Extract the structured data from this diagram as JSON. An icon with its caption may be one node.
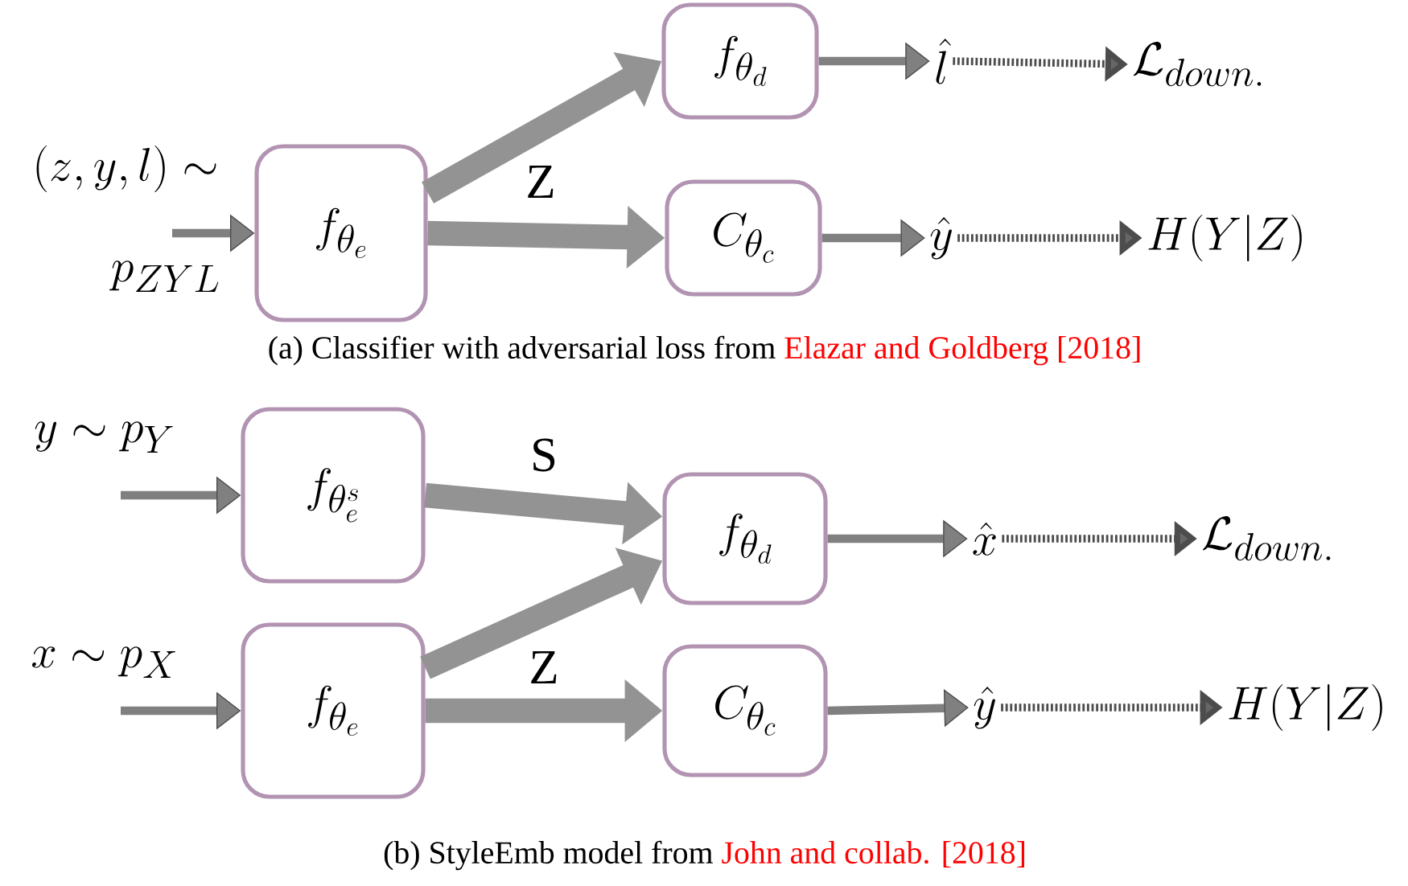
{
  "diagram": {
    "nodes": [
      {
        "text": [
          "f_{\\theta_e}"
        ]
      },
      {
        "text": [
          "f_{\\theta_d}"
        ]
      },
      {
        "text": [
          "C_{\\theta_c}"
        ]
      },
      {
        "text": [
          "\\hat{l}"
        ]
      },
      {
        "text": [
          "\\mathcal{L}_{down.}"
        ]
      },
      {
        "text": [
          "\\hat{y}"
        ]
      },
      {
        "text": [
          "H(Y|Z)"
        ]
      },
      {
        "text": [
          "f_{\\theta_e^s}"
        ]
      },
      {
        "text": [
          "f_{\\theta_e}"
        ]
      },
      {
        "text": [
          "f_{\\theta_d}"
        ]
      },
      {
        "text": [
          "C_{\\theta_c}"
        ]
      },
      {
        "text": [
          "\\hat{x}"
        ]
      },
      {
        "text": [
          "\\mathcal{L}_{down.}"
        ]
      },
      {
        "text": [
          "\\hat{y}"
        ]
      },
      {
        "text": [
          "H(Y|Z)"
        ]
      }
    ],
    "edges": [
      {
        "from": null,
        "to": 0,
        "arrow": "to"
      },
      {
        "from": 0,
        "to": 1,
        "arrow": "to",
        "style": "thick"
      },
      {
        "from": 0,
        "to": 2,
        "arrow": "to",
        "style": "thick",
        "label": "Z"
      },
      {
        "from": 1,
        "to": 3,
        "arrow": "to"
      },
      {
        "from": 3,
        "to": 4,
        "arrow": "to",
        "style": "dashed"
      },
      {
        "from": 2,
        "to": 5,
        "arrow": "to"
      },
      {
        "from": 5,
        "to": 6,
        "arrow": "to",
        "style": "dashed"
      },
      {
        "from": null,
        "to": 7,
        "arrow": "to"
      },
      {
        "from": null,
        "to": 8,
        "arrow": "to"
      },
      {
        "from": 7,
        "to": 9,
        "arrow": "to",
        "style": "thick",
        "label": "S"
      },
      {
        "from": 8,
        "to": 9,
        "arrow": "to",
        "style": "thick"
      },
      {
        "from": 8,
        "to": 10,
        "arrow": "to",
        "style": "thick",
        "label": "Z"
      },
      {
        "from": 9,
        "to": 11,
        "arrow": "to"
      },
      {
        "from": 11,
        "to": 12,
        "arrow": "to",
        "style": "dashed"
      },
      {
        "from": 10,
        "to": 13,
        "arrow": "to"
      },
      {
        "from": 13,
        "to": 14,
        "arrow": "to",
        "style": "dashed"
      }
    ],
    "labels": [
      "(z,y,l) \\sim",
      "p_{ZYL}",
      "(a) Classifier with adversarial loss from",
      "Elazar and Goldberg [2018]",
      "y \\sim p_Y",
      "x \\sim p_X",
      "(b) StyleEmb model from",
      "John and collab. [2018]"
    ]
  }
}
